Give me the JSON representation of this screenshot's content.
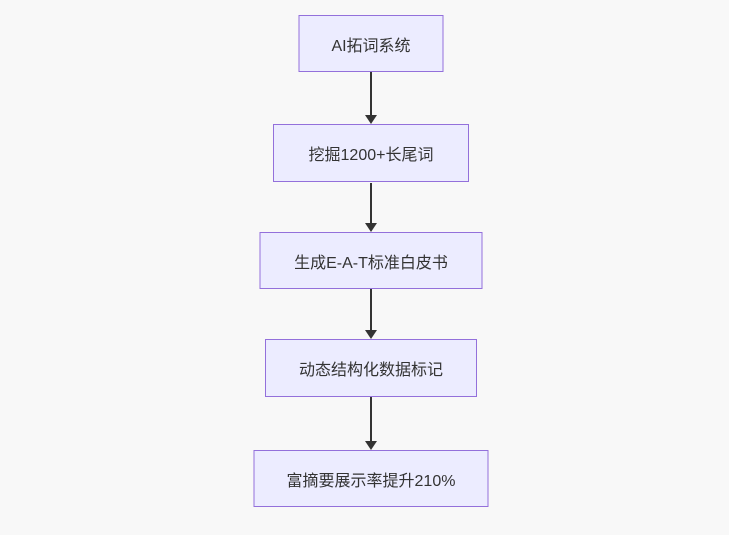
{
  "page": {
    "background_color": "#f8f8f8"
  },
  "flowchart": {
    "type": "flowchart",
    "direction": "top-down",
    "nodes": [
      {
        "id": "A",
        "label": "AI拓词系统"
      },
      {
        "id": "B",
        "label": "挖掘1200+长尾词"
      },
      {
        "id": "C",
        "label": "生成E-A-T标准白皮书"
      },
      {
        "id": "D",
        "label": "动态结构化数据标记"
      },
      {
        "id": "E",
        "label": "富摘要展示率提升210%"
      }
    ],
    "edges": [
      {
        "from": "A",
        "to": "B",
        "style": "arrow-down"
      },
      {
        "from": "B",
        "to": "C",
        "style": "arrow-down"
      },
      {
        "from": "C",
        "to": "D",
        "style": "arrow-down"
      },
      {
        "from": "D",
        "to": "E",
        "style": "arrow-down"
      }
    ],
    "colors": {
      "node_fill": "#ececff",
      "node_border": "#9370db",
      "node_text": "#333333",
      "arrow": "#333333"
    }
  }
}
